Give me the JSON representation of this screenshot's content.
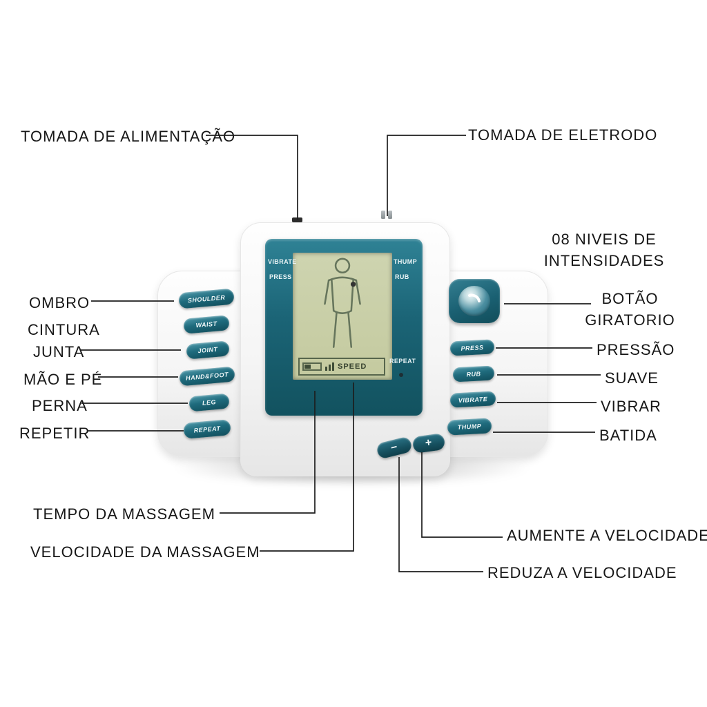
{
  "callouts": {
    "power_socket": "TOMADA DE ALIMENTAÇÃO",
    "electrode_socket": "TOMADA DE ELETRODO",
    "intensity_levels": "08 NIVEIS DE INTENSIDADES",
    "rotary_button": "BOTÃO GIRATORIO",
    "pressure": "PRESSÃO",
    "soft": "SUAVE",
    "vibrate": "VIBRAR",
    "thump": "BATIDA",
    "shoulder": "OMBRO",
    "waist": "CINTURA",
    "joint": "JUNTA",
    "hand_foot": "MÃO E PÉ",
    "leg": "PERNA",
    "repeat": "REPETIR",
    "massage_time": "TEMPO DA MASSAGEM",
    "massage_speed": "VELOCIDADE DA MASSAGEM",
    "increase_speed": "AUMENTE A VELOCIDADE",
    "decrease_speed": "REDUZA A  VELOCIDADE"
  },
  "device": {
    "left_buttons": [
      "SHOULDER",
      "WAIST",
      "JOINT",
      "HAND&FOOT",
      "LEG",
      "REPEAT"
    ],
    "right_buttons": [
      "PRESS",
      "RUB",
      "VIBRATE",
      "THUMP"
    ],
    "lcd_labels": {
      "vibrate": "VIBRATE",
      "press": "PRESS",
      "thump": "THUMP",
      "rub": "RUB",
      "repeat": "REPEAT",
      "speed": "SPEED"
    },
    "minus": "−",
    "plus": "+"
  },
  "colors": {
    "teal_dark": "#114e5c",
    "teal_mid": "#1f6b7d",
    "screen_green": "#c9cfa8",
    "label_text": "#171717"
  }
}
